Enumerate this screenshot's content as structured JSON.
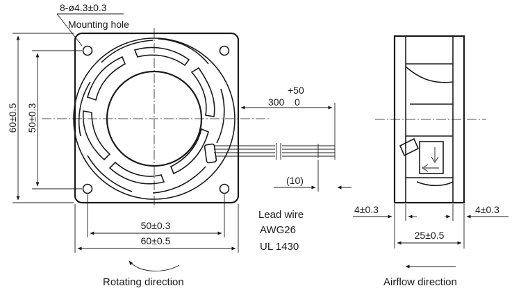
{
  "front_view": {
    "hole_callout": "8-ø4.3±0.3",
    "hole_label": "Mounting hole",
    "dim_outer_vertical": "60±0.5",
    "dim_inner_vertical": "50±0.3",
    "dim_inner_horizontal": "50±0.3",
    "dim_outer_horizontal": "60±0.5",
    "lead_tolerance_plus": "+50",
    "lead_length": "300",
    "lead_tolerance_minus": "0",
    "strip_length": "(10)",
    "lead_wire_title": "Lead wire",
    "lead_wire_gauge": "AWG26",
    "lead_wire_standard": "UL 1430",
    "rotating_label": "Rotating direction"
  },
  "side_view": {
    "flange_left": "4±0.3",
    "flange_right": "4±0.3",
    "depth": "25±0.5",
    "airflow_label": "Airflow direction"
  }
}
